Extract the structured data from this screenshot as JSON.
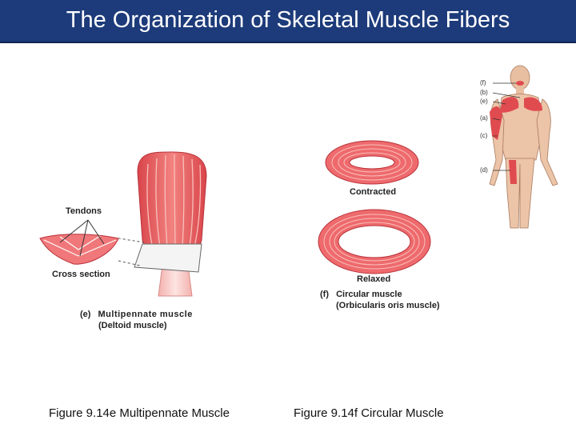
{
  "header": {
    "title": "The Organization of Skeletal Muscle Fibers"
  },
  "figure_e": {
    "tendons_label": "Tendons",
    "cross_section_label": "Cross section",
    "letter": "(e)",
    "name": "Multipennate muscle",
    "muscle": "(Deltoid muscle)"
  },
  "figure_f": {
    "contracted_label": "Contracted",
    "relaxed_label": "Relaxed",
    "letter": "(f)",
    "name": "Circular muscle",
    "muscle": "(Orbicularis oris muscle)"
  },
  "body_figure": {
    "keys": [
      "(f)",
      "(b)",
      "(e)",
      "(a)",
      "(c)",
      "(d)"
    ]
  },
  "captions": {
    "left": "Figure 9.14e  Multipennate Muscle",
    "right": "Figure 9.14f  Circular Muscle"
  },
  "colors": {
    "title_bar": "#1d3b7a",
    "muscle": "#e8565a",
    "muscle_light": "#f4a4a0"
  }
}
